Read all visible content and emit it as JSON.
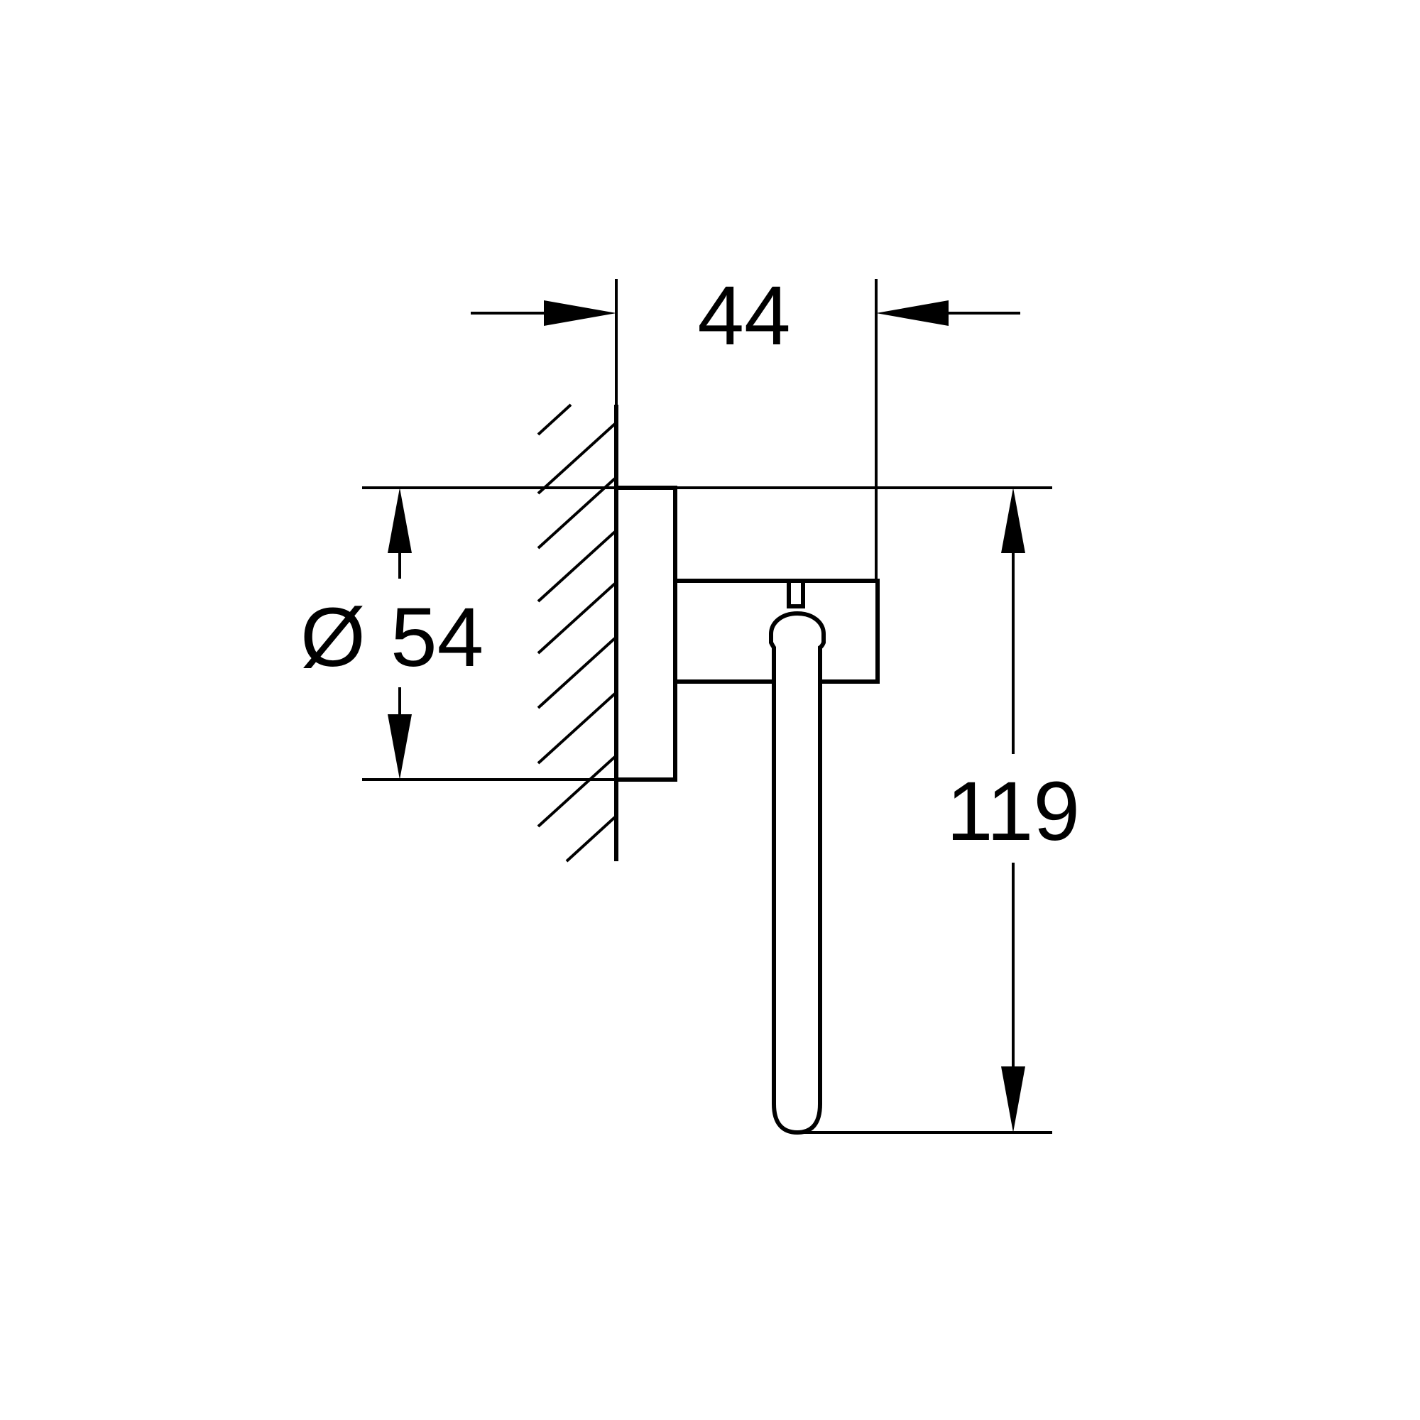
{
  "drawing": {
    "dimensions": {
      "projection": "44",
      "diameter_symbol": "Ø",
      "diameter": "54",
      "height": "119"
    },
    "line_color": "#000000",
    "background_color": "#ffffff"
  }
}
